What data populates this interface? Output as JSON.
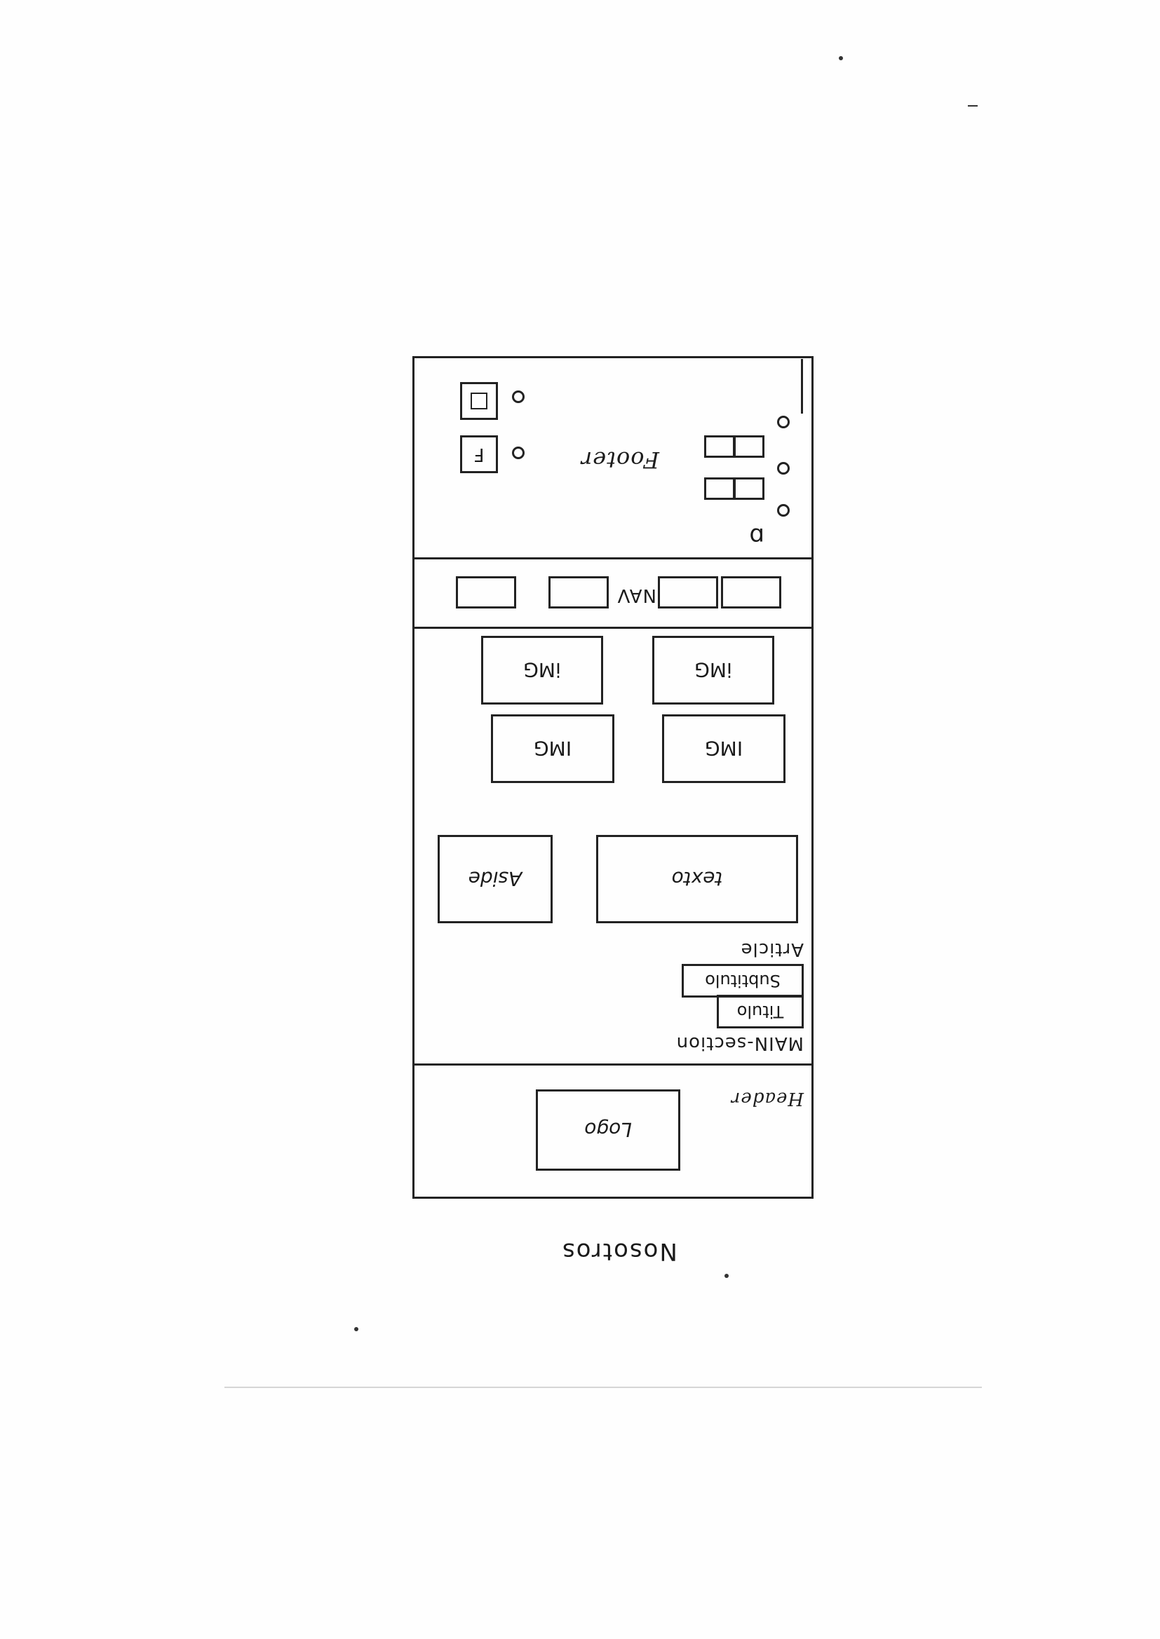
{
  "caption": "Nosotros",
  "header": {
    "label": "Header",
    "logo": "Logo"
  },
  "main": {
    "label": "MAIN-section",
    "title": "Titulo",
    "subtitle": "Subtitulo",
    "article_label": "Article",
    "text_box": "texto",
    "aside_box": "Aside",
    "images": [
      "IMG",
      "IMG",
      "iMG",
      "iMG"
    ]
  },
  "nav": {
    "label": "NAV"
  },
  "footer": {
    "label": "Footer",
    "social_1": "F"
  }
}
